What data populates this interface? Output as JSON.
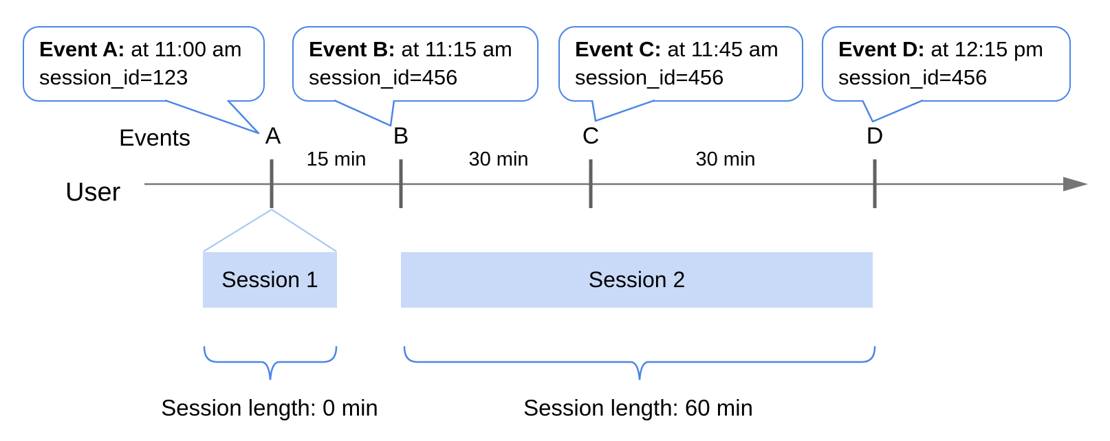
{
  "callouts": [
    {
      "bold": "Event A:",
      "rest": " at 11:00 am",
      "line2": "session_id=123"
    },
    {
      "bold": "Event B:",
      "rest": " at 11:15 am",
      "line2": "session_id=456"
    },
    {
      "bold": "Event C:",
      "rest": " at 11:45 am",
      "line2": "session_id=456"
    },
    {
      "bold": "Event D:",
      "rest": " at 12:15 pm",
      "line2": "session_id=456"
    }
  ],
  "timeline": {
    "events_label": "Events",
    "user_label": "User",
    "event_labels": [
      "A",
      "B",
      "C",
      "D"
    ],
    "intervals": [
      "15 min",
      "30 min",
      "30 min"
    ]
  },
  "sessions": [
    {
      "label": "Session 1",
      "length_label": "Session length: 0 min"
    },
    {
      "label": "Session 2",
      "length_label": "Session length: 60 min"
    }
  ],
  "colors": {
    "callout_border": "#4a86e8",
    "session_fill": "#c9daf8",
    "funnel_line": "#a4c2f4",
    "brace": "#4a86e8",
    "timeline_line": "#757575",
    "tick": "#616161",
    "text": "#000000"
  }
}
